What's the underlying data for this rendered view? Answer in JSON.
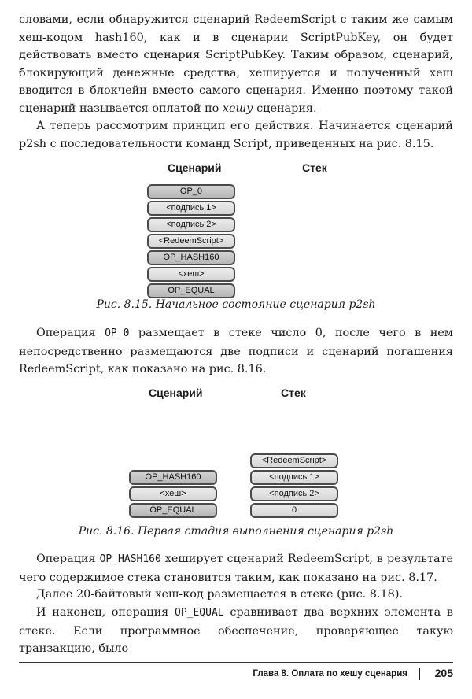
{
  "paragraphs": {
    "p1": "словами, если обнаружится сценарий RedeemScript с таким же самым хеш-кодом hash160, как и в сценарии ScriptPubKey, он будет действовать вместо сценария ScriptPubKey. Таким образом, сценарий, блокирующий денежные средства, хешируется и полученный хеш вводится в блокчейн вместо самого сценария. Именно поэтому такой сценарий называется оплатой по",
    "p1_em": "хешу",
    "p1_end": "сценария.",
    "p2": "А теперь рассмотрим принцип его действия. Начинается сценарий p2sh с последовательности команд Script, приведенных на рис. 8.15.",
    "p3_a": "Операция",
    "p3_code": "OP_0",
    "p3_b": "размещает в стеке число 0, после чего в нем непосредственно размещаются две подписи и сценарий погашения RedeemScript, как показано на рис. 8.16.",
    "p4_a": "Операция",
    "p4_code": "OP_HASH160",
    "p4_b": "хеширует сценарий RedeemScript, в результате чего содержимое стека становится таким, как показано на рис. 8.17.",
    "p5": "Далее 20-байтовый хеш-код размещается в стеке (рис. 8.18).",
    "p6_a": "И наконец, операция",
    "p6_code": "OP_EQUAL",
    "p6_b": "сравнивает два верхних элемента в стеке. Если программное обеспечение, проверяющее такую транзакцию, было"
  },
  "figure_815": {
    "script_header": "Сценарий",
    "stack_header": "Стек",
    "script_items": [
      "OP_0",
      "<подпись 1>",
      "<подпись 2>",
      "<RedeemScript>",
      "OP_HASH160",
      "<хеш>",
      "OP_EQUAL"
    ],
    "caption": "Рис. 8.15. Начальное состояние сценария p2sh"
  },
  "figure_816": {
    "script_header": "Сценарий",
    "stack_header": "Стек",
    "script_items": [
      "OP_HASH160",
      "<хеш>",
      "OP_EQUAL"
    ],
    "stack_items": [
      "<RedeemScript>",
      "<подпись 1>",
      "<подпись 2>",
      "0"
    ],
    "caption": "Рис. 8.16. Первая стадия выполнения сценария p2sh"
  },
  "footer": {
    "chapter": "Глава 8. Оплата по хешу сценария",
    "page_number": "205"
  }
}
